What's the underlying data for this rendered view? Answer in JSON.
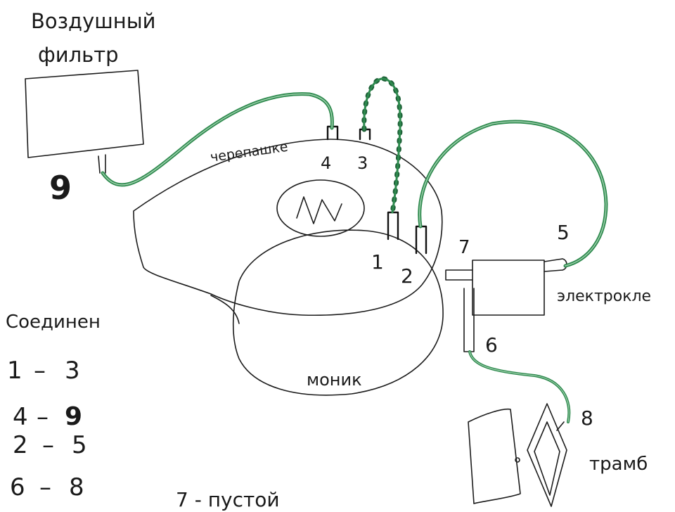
{
  "labels": {
    "air_filter_line1": "Воздушный",
    "air_filter_line2": "фильтр",
    "turtle": "черепашке",
    "engine": "моник",
    "solenoid": "электрокле",
    "throttle": "трамб",
    "connections_title": "Соединен"
  },
  "ports": {
    "p1": "1",
    "p2": "2",
    "p3": "3",
    "p4": "4",
    "p5": "5",
    "p6": "6",
    "p7": "7",
    "p8": "8",
    "p9": "9"
  },
  "connections": [
    {
      "a": "1",
      "dash": "–",
      "b": "3"
    },
    {
      "a": "4",
      "dash": "–",
      "b": "9"
    },
    {
      "a": "2",
      "dash": "–",
      "b": "5"
    },
    {
      "a": "6",
      "dash": "–",
      "b": "8"
    }
  ],
  "note": "7 - пустой",
  "colors": {
    "ink": "#1c1c1c",
    "hose_green": "#2e8a4e",
    "hose_dark": "#1d5e36",
    "background": "#ffffff"
  }
}
